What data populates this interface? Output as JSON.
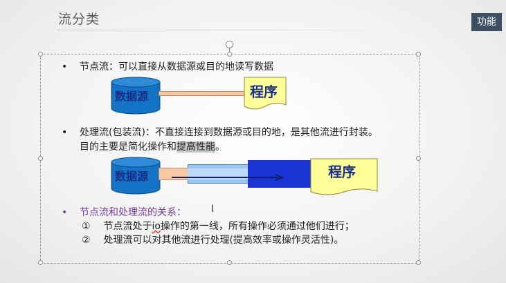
{
  "slide": {
    "title": "流分类",
    "function_button": "功能"
  },
  "bullets": {
    "node_stream": "节点流：可以直接从数据源或目的地读写数据",
    "processing_stream_line1": "处理流(包装流)：不直接连接到数据源或目的地，是其他流进行封装。",
    "processing_stream_line2_prefix": "目的主要是简化操作和",
    "processing_stream_line2_highlight": "提高性能",
    "processing_stream_line2_suffix": "。",
    "relation_title": "节点流和处理流的关系：",
    "relation_1_num": "①",
    "relation_1_prefix": "节点流处于",
    "relation_1_io": "io",
    "relation_1_suffix": "操作的第一线，所有操作必须通过他们进行；",
    "relation_2_num": "②",
    "relation_2_text": "处理流可以对其他流进行处理(提高效率或操作灵活性)。"
  },
  "diagram": {
    "data_source_label": "数据源",
    "program_label": "程序"
  },
  "colors": {
    "cylinder": "#1473c4",
    "program_box": "#ffff99",
    "pipe_orange": "#f6c9a3",
    "pipe_light_blue": "#9cc7f2",
    "pipe_dark_blue": "#1b34d6",
    "accent_purple": "#7a3a9a",
    "function_button_bg": "#3d5062"
  },
  "icons": {
    "rotate_handle": "rotate-handle-icon",
    "text_cursor": "text-cursor-icon"
  }
}
